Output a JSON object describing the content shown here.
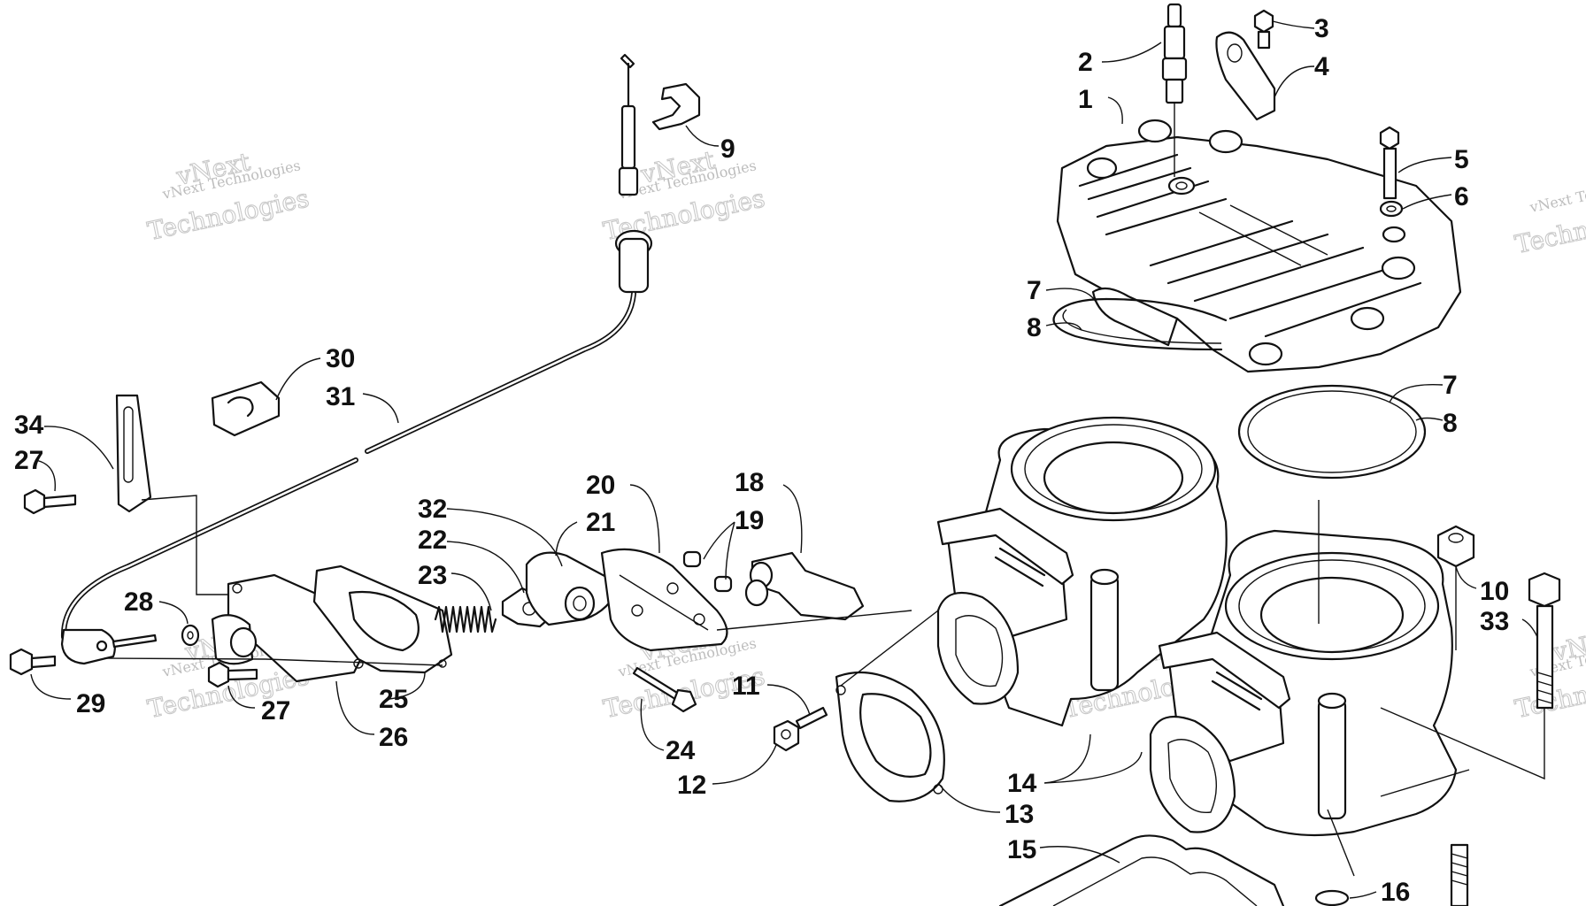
{
  "callouts": {
    "c1": "1",
    "c2": "2",
    "c3": "3",
    "c4": "4",
    "c5": "5",
    "c6": "6",
    "c7a": "7",
    "c7b": "7",
    "c8a": "8",
    "c8b": "8",
    "c9": "9",
    "c10": "10",
    "c11": "11",
    "c12": "12",
    "c13": "13",
    "c14": "14",
    "c15": "15",
    "c16": "16",
    "c18": "18",
    "c19": "19",
    "c20": "20",
    "c21": "21",
    "c22": "22",
    "c23": "23",
    "c24": "24",
    "c25": "25",
    "c26": "26",
    "c27a": "27",
    "c27b": "27",
    "c28": "28",
    "c29": "29",
    "c30": "30",
    "c31": "31",
    "c32": "32",
    "c33": "33",
    "c34": "34"
  },
  "watermark": {
    "company": "vNext Technologies",
    "word1": "vNext",
    "word2": "Technologies"
  }
}
